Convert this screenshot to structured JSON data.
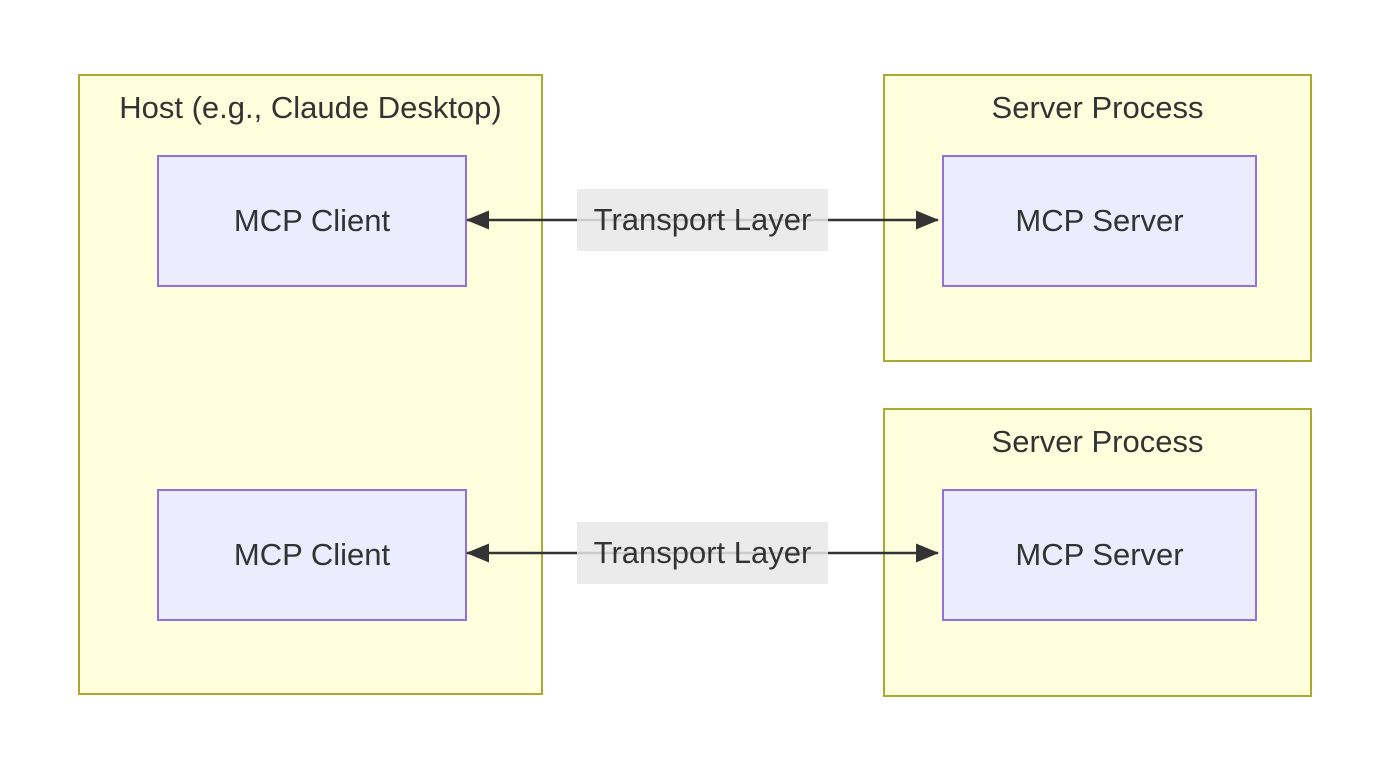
{
  "diagram": {
    "type": "flowchart",
    "host": {
      "title": "Host (e.g., Claude Desktop)",
      "clients": [
        {
          "label": "MCP Client"
        },
        {
          "label": "MCP Client"
        }
      ]
    },
    "server_processes": [
      {
        "title": "Server Process",
        "node_label": "MCP Server"
      },
      {
        "title": "Server Process",
        "node_label": "MCP Server"
      }
    ],
    "edges": [
      {
        "label": "Transport Layer",
        "direction": "bidirectional"
      },
      {
        "label": "Transport Layer",
        "direction": "bidirectional"
      }
    ],
    "colors": {
      "background": "#ffffff",
      "cluster_fill": "#ffffde",
      "cluster_border": "#aaaa33",
      "node_fill": "#ececff",
      "node_border": "#9370db",
      "edge_line": "#333333",
      "edge_label_background": "#e8e8e8",
      "text": "#333333"
    }
  }
}
